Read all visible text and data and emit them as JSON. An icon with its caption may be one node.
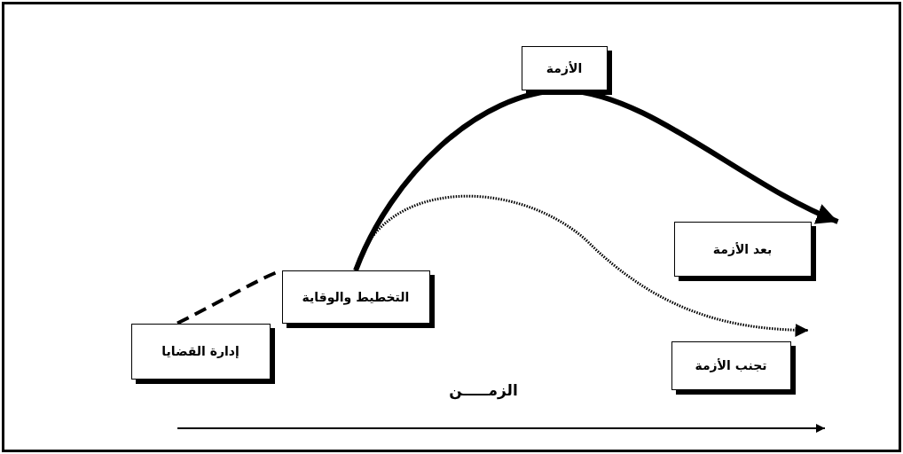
{
  "diagram": {
    "nodes": [
      {
        "text": [
          "الأزمة"
        ]
      },
      {
        "text": [
          "بعد الأزمة"
        ]
      },
      {
        "text": [
          "التخطيط والوقاية"
        ]
      },
      {
        "text": [
          "إدارة القضايا"
        ]
      },
      {
        "text": [
          "تجنب الأزمة"
        ]
      }
    ],
    "edges": [
      {
        "from": 3,
        "to": 2,
        "arrow": "none",
        "style": "dashed"
      },
      {
        "from": 2,
        "to": 1,
        "arrow": "to"
      },
      {
        "from": 2,
        "to": 4,
        "arrow": "to",
        "style": "dashed"
      }
    ],
    "labels": [
      "الزمـــــن"
    ]
  }
}
